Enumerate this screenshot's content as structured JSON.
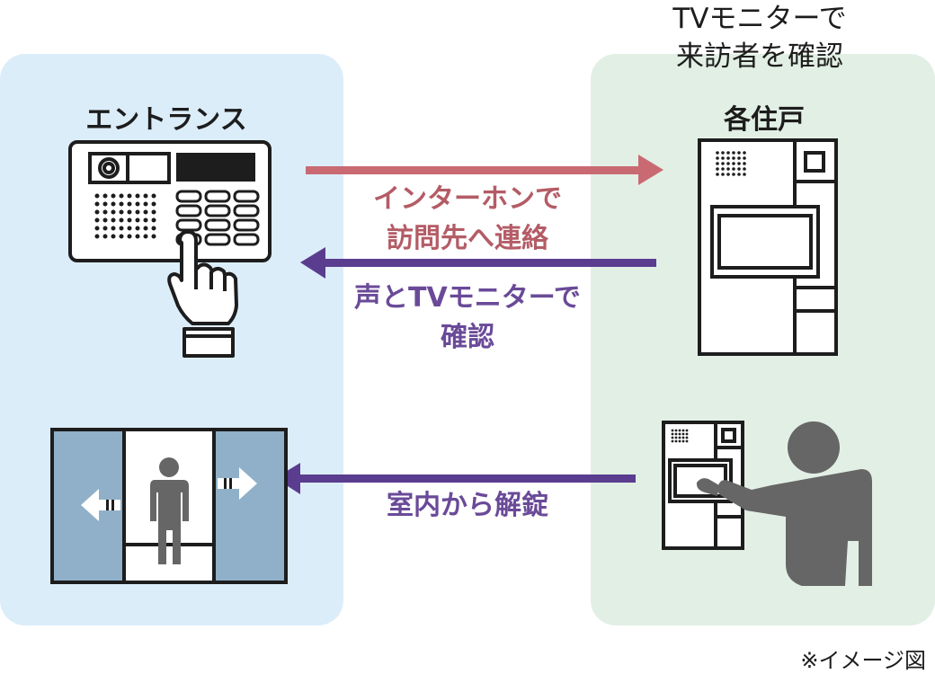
{
  "colors": {
    "entrance_panel": "#dcedfa",
    "residence_panel": "#e2efe5",
    "call_arrow": "#c96a73",
    "reply_arrow": "#5b3d8f",
    "door_glass": "#8fb0c8",
    "person": "#666666"
  },
  "labels": {
    "entrance": "エントランス",
    "residence": "各住戸",
    "tv_caption_line1": "TVモニターで",
    "tv_caption_line2": "来訪者を確認",
    "call_line1": "インターホンで",
    "call_line2": "訪問先へ連絡",
    "confirm_line1": "声とTVモニターで",
    "confirm_line2": "確認",
    "unlock": "室内から解錠",
    "footnote": "※イメージ図"
  },
  "icons": [
    "entrance-intercom-panel-icon",
    "pressing-hand-icon",
    "automatic-door-icon",
    "person-icon",
    "indoor-monitor-icon",
    "resident-silhouette-icon"
  ]
}
